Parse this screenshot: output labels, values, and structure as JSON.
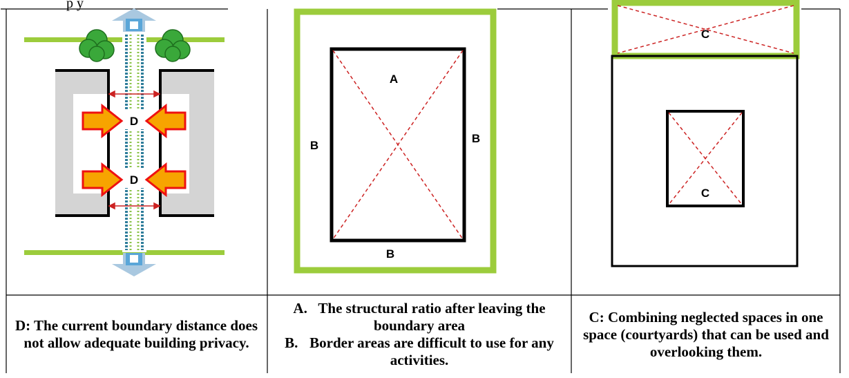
{
  "header_fragment": "p        y",
  "panels": {
    "d": {
      "labels": [
        "D",
        "D"
      ]
    },
    "ab": {
      "label_a": "A",
      "label_b_left": "B",
      "label_b_right": "B",
      "label_b_bottom": "B"
    },
    "c": {
      "label_top": "C",
      "label_inner": "C"
    }
  },
  "captions": {
    "d": "D: The current boundary distance does not allow adequate building privacy.",
    "ab": [
      {
        "marker": "A.",
        "text": "The structural ratio after leaving the boundary area"
      },
      {
        "marker": "B.",
        "text": "Border areas are difficult to use for any activities."
      }
    ],
    "c": "C: Combining neglected spaces in one space (courtyards) that can be used and overlooking them."
  },
  "colors": {
    "green": "#9ccc3c",
    "red_dash": "#cc2222",
    "arrow_orange": "#f7a400",
    "arrow_red": "#ee1111",
    "gray_building": "#d4d4d4",
    "tree_green": "#3aa83a",
    "blue_arrow": "#5aa6d8"
  }
}
